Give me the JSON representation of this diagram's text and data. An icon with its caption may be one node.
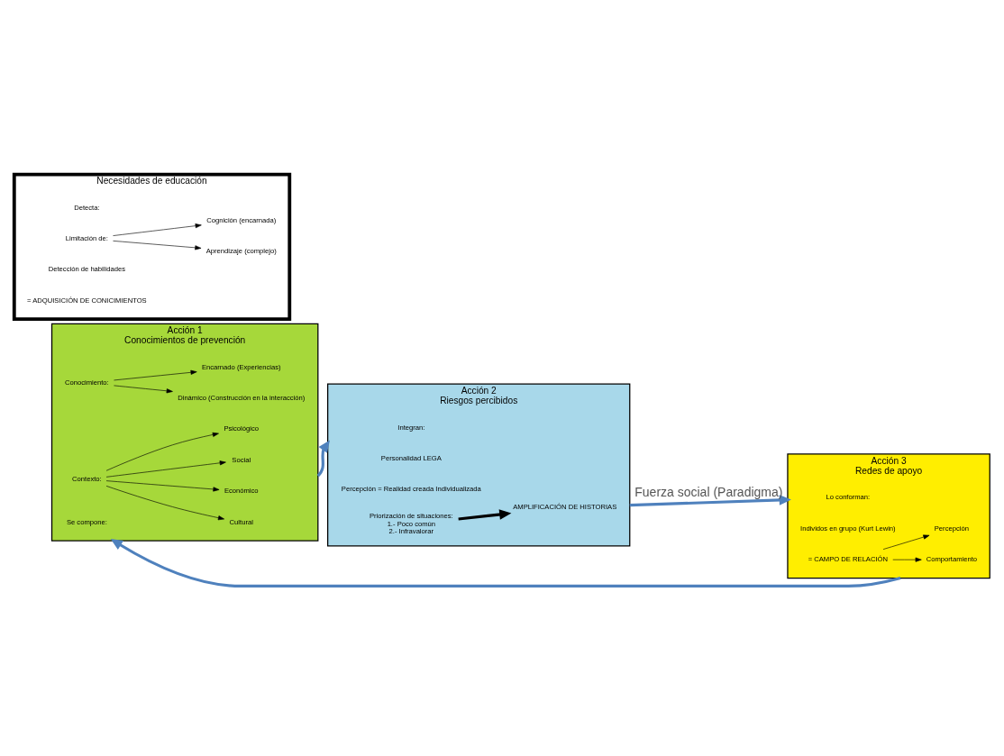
{
  "diagram": {
    "nodes": [
      {
        "text": [
          "Acción 1",
          "Conocimientos de prevención"
        ]
      },
      {
        "text": [
          "Se compone:"
        ],
        "in": 0
      },
      {
        "text": [
          "Conocimiento:"
        ],
        "in": 0
      },
      {
        "text": [
          "Dinámico (Construcción en la interacción)"
        ],
        "in": 0
      },
      {
        "text": [
          "Encarnado (Experiencias)"
        ],
        "in": 0
      },
      {
        "text": [
          "Contexto:"
        ],
        "in": 0
      },
      {
        "text": [
          "Social"
        ],
        "in": 0
      },
      {
        "text": [
          "Psicológico"
        ],
        "in": 0
      },
      {
        "text": [
          "Cultural"
        ],
        "in": 0
      },
      {
        "text": [
          "Económico"
        ],
        "in": 0
      },
      {
        "text": [
          "Necesidades de educación"
        ]
      },
      {
        "text": [
          "Detecta:"
        ],
        "in": 10
      },
      {
        "text": [
          "Limitación de:"
        ],
        "in": 10
      },
      {
        "text": [
          "Aprendizaje (complejo)"
        ],
        "in": 10
      },
      {
        "text": [
          "Cognición (encarnada)"
        ],
        "in": 10
      },
      {
        "text": [
          "Detección de habilidades"
        ],
        "in": 10
      },
      {
        "text": [
          "= ADQUISICIÓN DE CONICIMIENTOS"
        ],
        "in": 10
      },
      {
        "text": [
          "Acción 3",
          "Redes de apoyo"
        ]
      },
      {
        "text": [
          "Lo conforman:"
        ],
        "in": 17
      },
      {
        "text": [
          "Individos en grupo (Kurt Lewin)"
        ],
        "in": 17
      },
      {
        "text": [
          "= CAMPO DE RELACIÓN"
        ],
        "in": 17
      },
      {
        "text": [
          "Percepción"
        ],
        "in": 17
      },
      {
        "text": [
          "Comportamiento"
        ],
        "in": 17
      },
      {
        "text": [
          "Acción 2",
          "Riesgos percibidos"
        ]
      },
      {
        "text": [
          "Integran:"
        ],
        "in": 23
      },
      {
        "text": [
          "Personalidad LEGA"
        ],
        "in": 23
      },
      {
        "text": [
          "Percepción = Realidad creada Individualizada"
        ],
        "in": 23
      },
      {
        "text": [
          "Priorización de situaciones:",
          "1.- Poco común",
          "2.- Infravalorar"
        ],
        "in": 23
      },
      {
        "text": [
          "AMPLIFICACIÓN DE HISTORIAS"
        ],
        "in": 23
      }
    ],
    "edges": [
      {
        "from": 2,
        "to": 3,
        "arrow": "to"
      },
      {
        "from": 2,
        "to": 4,
        "arrow": "to"
      },
      {
        "from": 5,
        "to": 6,
        "arrow": "to"
      },
      {
        "from": 5,
        "to": 7,
        "arrow": "to"
      },
      {
        "from": 5,
        "to": 8,
        "arrow": "to"
      },
      {
        "from": 5,
        "to": 9,
        "arrow": "to"
      },
      {
        "from": 12,
        "to": 13,
        "arrow": "to"
      },
      {
        "from": 12,
        "to": 14,
        "arrow": "to"
      },
      {
        "from": 20,
        "to": 21,
        "arrow": "to"
      },
      {
        "from": 20,
        "to": 22,
        "arrow": "to"
      },
      {
        "from": 27,
        "to": 28,
        "arrow": "to",
        "style": "thick"
      },
      {
        "from": 17,
        "to": 0,
        "arrow": "to",
        "style": "thick",
        "color": "#4f81bd"
      },
      {
        "from": 0,
        "to": 23,
        "arrow": "to",
        "style": "thick",
        "color": "#4f81bd"
      },
      {
        "from": 23,
        "to": 17,
        "arrow": "to",
        "style": "thick",
        "color": "#4f81bd",
        "label": "Fuerza social (Paradigma)"
      }
    ]
  }
}
